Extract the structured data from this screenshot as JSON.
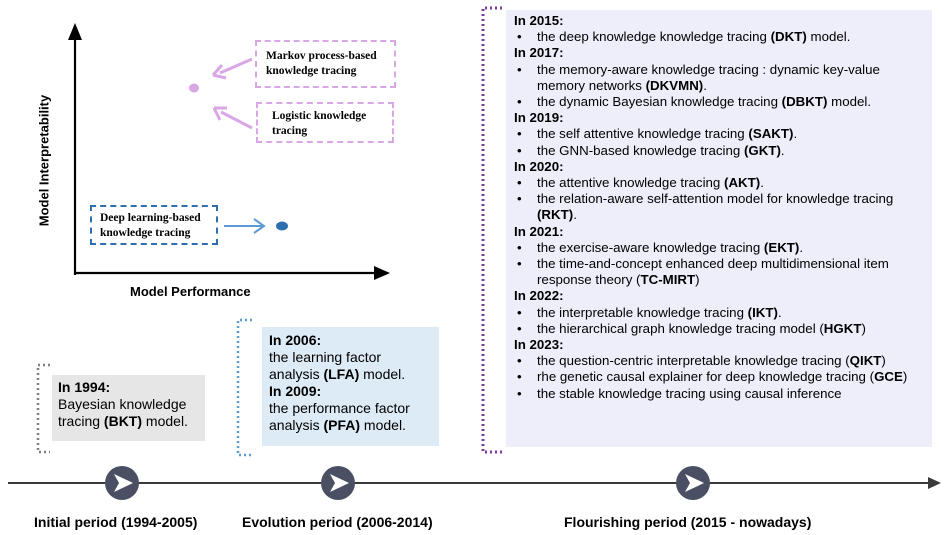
{
  "chart": {
    "x_axis_label": "Model Performance",
    "y_axis_label": "Model Interpretability",
    "categories": [
      {
        "label": "Markov process-based knowledge tracing",
        "color": "#d9a6e6"
      },
      {
        "label": "Logistic knowledge tracing",
        "color": "#d9a6e6"
      },
      {
        "label": "Deep learning-based knowledge tracing",
        "color": "#2e6fb0"
      }
    ]
  },
  "eras": {
    "initial": {
      "year": "In 1994:",
      "line1": "Bayesian knowledge",
      "line2_pre": "tracing ",
      "line2_bold": "(BKT)",
      "line2_post": " model."
    },
    "evolution": {
      "year1": "In 2006:",
      "l1a": "the learning factor",
      "l1b_pre": "analysis ",
      "l1b_bold": "(LFA)",
      "l1b_post": " model.",
      "year2": "In 2009:",
      "l2a": "the performance factor",
      "l2b_pre": "analysis ",
      "l2b_bold": "(PFA)",
      "l2b_post": " model."
    }
  },
  "flourishing": [
    {
      "year": "In 2015:",
      "items": [
        {
          "pre": "the deep knowledge knowledge tracing ",
          "bold": "(DKT)",
          "post": " model."
        }
      ]
    },
    {
      "year": "In 2017:",
      "items": [
        {
          "pre": "the memory-aware knowledge tracing : dynamic key-value memory networks ",
          "bold": "(DKVMN)",
          "post": "."
        },
        {
          "pre": "the dynamic Bayesian knowledge tracing ",
          "bold": "(DBKT)",
          "post": " model."
        }
      ]
    },
    {
      "year": "In 2019:",
      "items": [
        {
          "pre": "the self attentive knowledge tracing ",
          "bold": "(SAKT)",
          "post": "."
        },
        {
          "pre": "the GNN-based knowledge tracing ",
          "bold": "(GKT)",
          "post": "."
        }
      ]
    },
    {
      "year": "In 2020:",
      "items": [
        {
          "pre": "the attentive knowledge tracing ",
          "bold": "(AKT)",
          "post": "."
        },
        {
          "pre": "the relation-aware self-attention model for knowledge tracing ",
          "bold": "(RKT)",
          "post": "."
        }
      ]
    },
    {
      "year": "In 2021:",
      "items": [
        {
          "pre": "the exercise-aware knowledge tracing ",
          "bold": "(EKT)",
          "post": "."
        },
        {
          "pre": "the time-and-concept enhanced deep multidimensional item response theory (",
          "bold": "TC-MIRT",
          "post": ")"
        }
      ]
    },
    {
      "year": "In 2022:",
      "items": [
        {
          "pre": "the interpretable knowledge tracing ",
          "bold": "(IKT)",
          "post": "."
        },
        {
          "pre": "the hierarchical graph knowledge tracing model (",
          "bold": "HGKT",
          "post": ")"
        }
      ]
    },
    {
      "year": "In 2023:",
      "items": [
        {
          "pre": "the question-centric interpretable knowledge tracing (",
          "bold": "QIKT",
          "post": ")"
        },
        {
          "pre": "rhe genetic causal explainer for deep knowledge tracing (",
          "bold": "GCE",
          "post": ")"
        },
        {
          "pre": " the stable knowledge tracing using causal inference",
          "bold": "",
          "post": ""
        }
      ]
    }
  ],
  "timeline": {
    "periods": [
      {
        "label": "Initial period  (1994-2005)"
      },
      {
        "label": "Evolution period (2006-2014)"
      },
      {
        "label": "Flourishing period (2015 - nowadays)"
      }
    ]
  },
  "colors": {
    "pink": "#d9a6e6",
    "blue": "#2e6fb0",
    "node": "#4a4f63",
    "purple_bracket": "#7a3c9e",
    "gray_box": "#e6e6e6",
    "blue_box": "#ddebf7",
    "lavender_box": "#eeeefa"
  }
}
